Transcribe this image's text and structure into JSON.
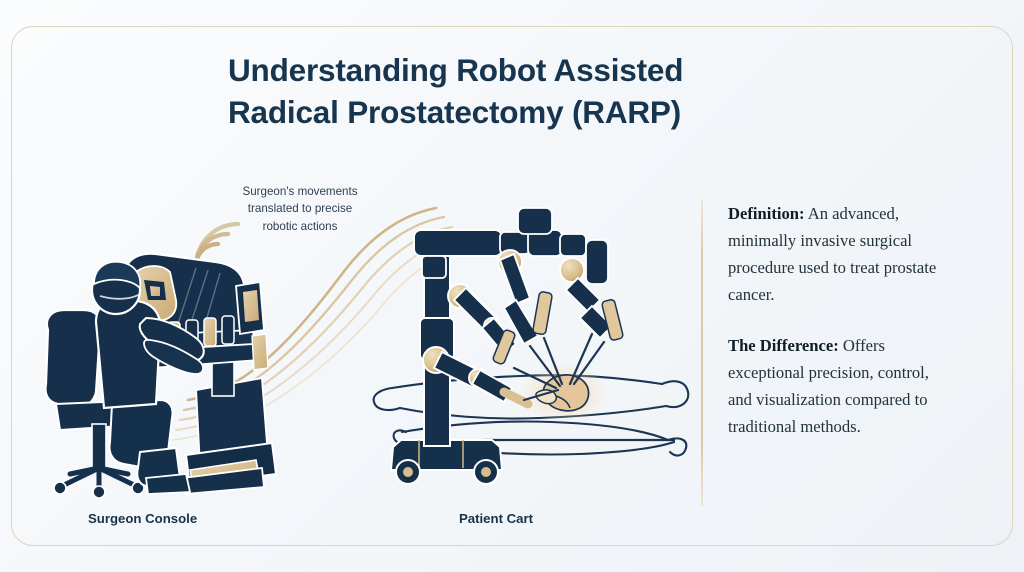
{
  "theme": {
    "navy": "#17354f",
    "navy_dark": "#102a44",
    "gold": "#d4b883",
    "gold_light": "#e8d4ad",
    "tan_border": "#ded3bc",
    "bg_start": "#fbfcfd",
    "bg_end": "#eef2f6",
    "text_body": "#23323d"
  },
  "title": {
    "line1": "Understanding Robot Assisted",
    "line2": "Radical Prostatectomy (RARP)"
  },
  "annotation": {
    "icon": "wireless-signal-icon",
    "line1": "Surgeon's movements",
    "line2": "translated to precise",
    "line3": "robotic actions"
  },
  "captions": {
    "console": "Surgeon Console",
    "cart": "Patient Cart"
  },
  "panel": {
    "definition": {
      "label": "Definition:",
      "text": " An advanced, minimally invasive surgical procedure used to treat prostate cancer."
    },
    "difference": {
      "label": "The Difference:",
      "text": " Offers exceptional precision, control, and visualization compared to traditional methods."
    }
  },
  "illustrations": {
    "left": "surgeon-at-console",
    "right": "patient-cart-robot-over-patient",
    "connector": "signal-flow-curves",
    "surgical_site": "glowing-prostate-target"
  }
}
